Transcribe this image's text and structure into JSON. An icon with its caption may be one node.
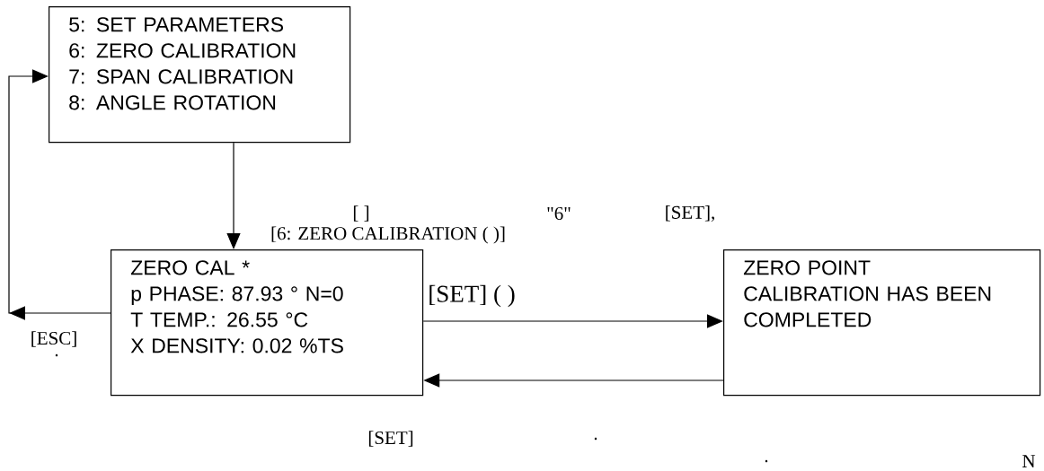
{
  "diagram": {
    "nodes": [
      {
        "text": [
          "5: SET PARAMETERS",
          "6: ZERO CALIBRATION",
          "7: SPAN CALIBRATION",
          "8: ANGLE ROTATION"
        ]
      },
      {
        "text": [
          "ZERO CAL *",
          "p PHASE: 87.93 ° N=0",
          "T TEMP.: 26.55 °C",
          "X DENSITY: 0.02 %TS"
        ]
      },
      {
        "text": [
          "ZERO POINT CALIBRATION HAS BEEN COMPLETED"
        ]
      }
    ],
    "edges": [
      {
        "from": 0,
        "to": 1,
        "arrow": "to"
      },
      {
        "from": 1,
        "to": 0,
        "arrow": "to",
        "label": "[ESC]"
      },
      {
        "from": 1,
        "to": 2,
        "arrow": "to",
        "label": "[SET] ( )"
      },
      {
        "from": 2,
        "to": 1,
        "arrow": "to"
      }
    ],
    "labels": [
      "[ ]",
      "\"6\"",
      "[SET],",
      "[6: ZERO CALIBRATION ( )]",
      ".",
      "[SET]",
      ".",
      ".",
      "N"
    ]
  }
}
